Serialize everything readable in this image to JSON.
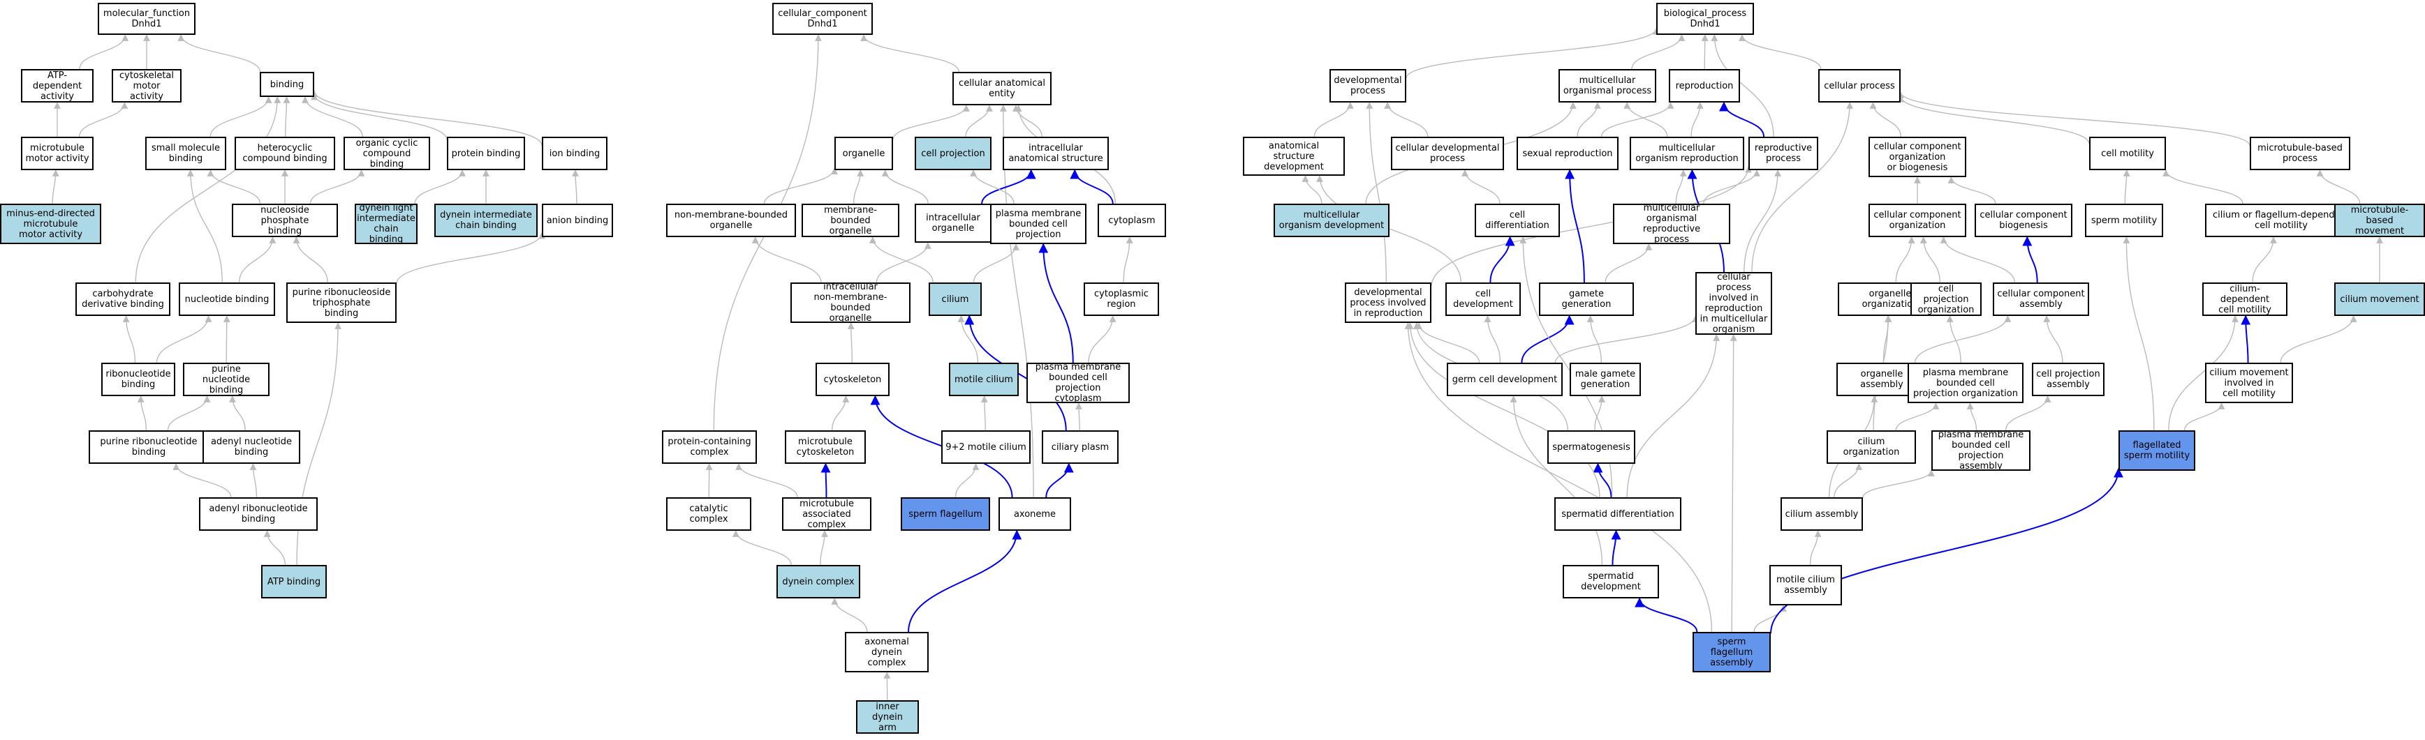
{
  "nodes": [
    {
      "id": "mf",
      "label": "molecular_function\nDnhd1",
      "fill": "white"
    },
    {
      "id": "atpdep",
      "label": "ATP-dependent\nactivity",
      "fill": "white"
    },
    {
      "id": "cytomotor",
      "label": "cytoskeletal\nmotor activity",
      "fill": "white"
    },
    {
      "id": "binding",
      "label": "binding",
      "fill": "white"
    },
    {
      "id": "mtmotor",
      "label": "microtubule\nmotor activity",
      "fill": "white"
    },
    {
      "id": "smallmol",
      "label": "small molecule\nbinding",
      "fill": "white"
    },
    {
      "id": "hetero",
      "label": "heterocyclic\ncompound binding",
      "fill": "white"
    },
    {
      "id": "orgcyc",
      "label": "organic cyclic\ncompound binding",
      "fill": "white"
    },
    {
      "id": "protein",
      "label": "protein binding",
      "fill": "white"
    },
    {
      "id": "ion",
      "label": "ion binding",
      "fill": "white"
    },
    {
      "id": "minus",
      "label": "minus-end-directed\nmicrotubule\nmotor activity",
      "fill": "light"
    },
    {
      "id": "nucphos",
      "label": "nucleoside phosphate\nbinding",
      "fill": "white"
    },
    {
      "id": "dlic",
      "label": "dynein light\nintermediate\nchain binding",
      "fill": "light"
    },
    {
      "id": "dic",
      "label": "dynein intermediate\nchain binding",
      "fill": "light"
    },
    {
      "id": "anion",
      "label": "anion binding",
      "fill": "white"
    },
    {
      "id": "carb",
      "label": "carbohydrate\nderivative binding",
      "fill": "white"
    },
    {
      "id": "nucbind",
      "label": "nucleotide binding",
      "fill": "white"
    },
    {
      "id": "purinetri",
      "label": "purine ribonucleoside\ntriphosphate\nbinding",
      "fill": "white"
    },
    {
      "id": "ribonuc",
      "label": "ribonucleotide\nbinding",
      "fill": "white"
    },
    {
      "id": "purnuc",
      "label": "purine nucleotide\nbinding",
      "fill": "white"
    },
    {
      "id": "purribo",
      "label": "purine ribonucleotide\nbinding",
      "fill": "white"
    },
    {
      "id": "adenyl",
      "label": "adenyl nucleotide\nbinding",
      "fill": "white"
    },
    {
      "id": "adenylribo",
      "label": "adenyl ribonucleotide\nbinding",
      "fill": "white"
    },
    {
      "id": "atp",
      "label": "ATP binding",
      "fill": "light"
    },
    {
      "id": "cc",
      "label": "cellular_component\nDnhd1",
      "fill": "white"
    },
    {
      "id": "cae",
      "label": "cellular anatomical\nentity",
      "fill": "white"
    },
    {
      "id": "organelle",
      "label": "organelle",
      "fill": "white"
    },
    {
      "id": "cellproj",
      "label": "cell projection",
      "fill": "light"
    },
    {
      "id": "intraanat",
      "label": "intracellular\nanatomical structure",
      "fill": "white"
    },
    {
      "id": "nonmemb",
      "label": "non-membrane-bounded\norganelle",
      "fill": "white"
    },
    {
      "id": "membbound",
      "label": "membrane-bounded\norganelle",
      "fill": "white"
    },
    {
      "id": "intraorg",
      "label": "intracellular\norganelle",
      "fill": "white"
    },
    {
      "id": "pmbcp",
      "label": "plasma membrane\nbounded cell\nprojection",
      "fill": "white"
    },
    {
      "id": "cytoplasm",
      "label": "cytoplasm",
      "fill": "white"
    },
    {
      "id": "intranon",
      "label": "intracellular\nnon-membrane-bounded\norganelle",
      "fill": "white"
    },
    {
      "id": "cilium",
      "label": "cilium",
      "fill": "light"
    },
    {
      "id": "cytoreg",
      "label": "cytoplasmic\nregion",
      "fill": "white"
    },
    {
      "id": "cytoskel",
      "label": "cytoskeleton",
      "fill": "white"
    },
    {
      "id": "motile",
      "label": "motile cilium",
      "fill": "light"
    },
    {
      "id": "pmbcpc",
      "label": "plasma membrane\nbounded cell\nprojection cytoplasm",
      "fill": "white"
    },
    {
      "id": "protcomp",
      "label": "protein-containing\ncomplex",
      "fill": "white"
    },
    {
      "id": "mtcyto",
      "label": "microtubule\ncytoskeleton",
      "fill": "white"
    },
    {
      "id": "ninetwo",
      "label": "9+2 motile cilium",
      "fill": "white"
    },
    {
      "id": "ciliary",
      "label": "ciliary plasm",
      "fill": "white"
    },
    {
      "id": "catalytic",
      "label": "catalytic complex",
      "fill": "white"
    },
    {
      "id": "mtassoc",
      "label": "microtubule\nassociated complex",
      "fill": "white"
    },
    {
      "id": "spermflag",
      "label": "sperm flagellum",
      "fill": "dark"
    },
    {
      "id": "axoneme",
      "label": "axoneme",
      "fill": "white"
    },
    {
      "id": "dynein",
      "label": "dynein complex",
      "fill": "light"
    },
    {
      "id": "axdynein",
      "label": "axonemal dynein\ncomplex",
      "fill": "white"
    },
    {
      "id": "innerarm",
      "label": "inner dynein\narm",
      "fill": "light"
    },
    {
      "id": "bp",
      "label": "biological_process\nDnhd1",
      "fill": "white"
    },
    {
      "id": "devproc",
      "label": "developmental\nprocess",
      "fill": "white"
    },
    {
      "id": "multiorg",
      "label": "multicellular\norganismal process",
      "fill": "white"
    },
    {
      "id": "repro",
      "label": "reproduction",
      "fill": "white"
    },
    {
      "id": "cellproc",
      "label": "cellular process",
      "fill": "white"
    },
    {
      "id": "anatdev",
      "label": "anatomical structure\ndevelopment",
      "fill": "white"
    },
    {
      "id": "celldevproc",
      "label": "cellular developmental\nprocess",
      "fill": "white"
    },
    {
      "id": "sexrepro",
      "label": "sexual reproduction",
      "fill": "white"
    },
    {
      "id": "multirepro",
      "label": "multicellular\norganism reproduction",
      "fill": "white"
    },
    {
      "id": "reproproc",
      "label": "reproductive\nprocess",
      "fill": "white"
    },
    {
      "id": "ccob",
      "label": "cellular component\norganization\nor biogenesis",
      "fill": "white"
    },
    {
      "id": "motility",
      "label": "cell motility",
      "fill": "white"
    },
    {
      "id": "mtbased",
      "label": "microtubule-based\nprocess",
      "fill": "white"
    },
    {
      "id": "multidev",
      "label": "multicellular\norganism development",
      "fill": "light"
    },
    {
      "id": "celldiff",
      "label": "cell differentiation",
      "fill": "white"
    },
    {
      "id": "multireproproc",
      "label": "multicellular\norganismal reproductive\nprocess",
      "fill": "white"
    },
    {
      "id": "ccorg",
      "label": "cellular component\norganization",
      "fill": "white"
    },
    {
      "id": "ccbio",
      "label": "cellular component\nbiogenesis",
      "fill": "white"
    },
    {
      "id": "spermmot",
      "label": "sperm motility",
      "fill": "white"
    },
    {
      "id": "ciliumflag",
      "label": "cilium or flagellum-dependent\ncell motility",
      "fill": "white"
    },
    {
      "id": "mtmove",
      "label": "microtubule-based\nmovement",
      "fill": "light"
    },
    {
      "id": "devrepro",
      "label": "developmental\nprocess involved\nin reproduction",
      "fill": "white"
    },
    {
      "id": "celldev",
      "label": "cell development",
      "fill": "white"
    },
    {
      "id": "gamete",
      "label": "gamete generation",
      "fill": "white"
    },
    {
      "id": "cpimo",
      "label": "cellular process\ninvolved in\nreproduction\nin multicellular\norganism",
      "fill": "white"
    },
    {
      "id": "orgorg",
      "label": "organelle organization",
      "fill": "white"
    },
    {
      "id": "cporg",
      "label": "cell projection\norganization",
      "fill": "white"
    },
    {
      "id": "ccassembly",
      "label": "cellular component\nassembly",
      "fill": "white"
    },
    {
      "id": "ciliumdep",
      "label": "cilium-dependent\ncell motility",
      "fill": "white"
    },
    {
      "id": "ciliummove",
      "label": "cilium movement",
      "fill": "light"
    },
    {
      "id": "germdev",
      "label": "germ cell development",
      "fill": "white"
    },
    {
      "id": "malegam",
      "label": "male gamete\ngeneration",
      "fill": "white"
    },
    {
      "id": "orgassembly",
      "label": "organelle assembly",
      "fill": "white"
    },
    {
      "id": "pmbcporg",
      "label": "plasma membrane\nbounded cell\nprojection organization",
      "fill": "white"
    },
    {
      "id": "cpassembly",
      "label": "cell projection\nassembly",
      "fill": "white"
    },
    {
      "id": "cmcm",
      "label": "cilium movement\ninvolved in\ncell motility",
      "fill": "white"
    },
    {
      "id": "spermatogen",
      "label": "spermatogenesis",
      "fill": "white"
    },
    {
      "id": "ciliumorg",
      "label": "cilium organization",
      "fill": "white"
    },
    {
      "id": "pmbcpa",
      "label": "plasma membrane\nbounded cell\nprojection assembly",
      "fill": "white"
    },
    {
      "id": "flagmot",
      "label": "flagellated\nsperm motility",
      "fill": "dark"
    },
    {
      "id": "spermdiff",
      "label": "spermatid differentiation",
      "fill": "white"
    },
    {
      "id": "ciliumass",
      "label": "cilium assembly",
      "fill": "white"
    },
    {
      "id": "spermdev",
      "label": "spermatid development",
      "fill": "white"
    },
    {
      "id": "motileass",
      "label": "motile cilium\nassembly",
      "fill": "white"
    },
    {
      "id": "sfa",
      "label": "sperm flagellum\nassembly",
      "fill": "dark"
    }
  ],
  "edges": [
    [
      "atpdep",
      "mf",
      "gray"
    ],
    [
      "cytomotor",
      "mf",
      "gray"
    ],
    [
      "binding",
      "mf",
      "gray"
    ],
    [
      "mtmotor",
      "atpdep",
      "gray"
    ],
    [
      "mtmotor",
      "cytomotor",
      "gray"
    ],
    [
      "minus",
      "mtmotor",
      "gray"
    ],
    [
      "smallmol",
      "binding",
      "gray"
    ],
    [
      "hetero",
      "binding",
      "gray"
    ],
    [
      "orgcyc",
      "binding",
      "gray"
    ],
    [
      "protein",
      "binding",
      "gray"
    ],
    [
      "ion",
      "binding",
      "gray"
    ],
    [
      "carb",
      "binding",
      "gray"
    ],
    [
      "nucphos",
      "smallmol",
      "gray"
    ],
    [
      "nucphos",
      "hetero",
      "gray"
    ],
    [
      "nucphos",
      "orgcyc",
      "gray"
    ],
    [
      "dlic",
      "protein",
      "gray"
    ],
    [
      "dic",
      "protein",
      "gray"
    ],
    [
      "anion",
      "ion",
      "gray"
    ],
    [
      "nucbind",
      "nucphos",
      "gray"
    ],
    [
      "nucbind",
      "smallmol",
      "gray"
    ],
    [
      "purinetri",
      "nucphos",
      "gray"
    ],
    [
      "purinetri",
      "anion",
      "gray"
    ],
    [
      "ribonuc",
      "carb",
      "gray"
    ],
    [
      "ribonuc",
      "nucbind",
      "gray"
    ],
    [
      "purnuc",
      "nucbind",
      "gray"
    ],
    [
      "purribo",
      "ribonuc",
      "gray"
    ],
    [
      "purribo",
      "purnuc",
      "gray"
    ],
    [
      "adenyl",
      "purnuc",
      "gray"
    ],
    [
      "adenylribo",
      "purribo",
      "gray"
    ],
    [
      "adenylribo",
      "adenyl",
      "gray"
    ],
    [
      "atp",
      "adenylribo",
      "gray"
    ],
    [
      "atp",
      "purinetri",
      "gray"
    ],
    [
      "cae",
      "cc",
      "gray"
    ],
    [
      "protcomp",
      "cc",
      "gray"
    ],
    [
      "organelle",
      "cae",
      "gray"
    ],
    [
      "cellproj",
      "cae",
      "gray"
    ],
    [
      "intraanat",
      "cae",
      "gray"
    ],
    [
      "cytoplasm",
      "cae",
      "gray"
    ],
    [
      "axoneme",
      "cae",
      "gray"
    ],
    [
      "nonmemb",
      "organelle",
      "gray"
    ],
    [
      "membbound",
      "organelle",
      "gray"
    ],
    [
      "intraorg",
      "organelle",
      "gray"
    ],
    [
      "intraorg",
      "intraanat",
      "blue"
    ],
    [
      "pmbcp",
      "cellproj",
      "gray"
    ],
    [
      "cytoplasm",
      "intraanat",
      "blue"
    ],
    [
      "intranon",
      "nonmemb",
      "gray"
    ],
    [
      "intranon",
      "intraorg",
      "gray"
    ],
    [
      "cilium",
      "membbound",
      "gray"
    ],
    [
      "cilium",
      "pmbcp",
      "gray"
    ],
    [
      "cytoreg",
      "cytoplasm",
      "gray"
    ],
    [
      "cytoskel",
      "intranon",
      "gray"
    ],
    [
      "motile",
      "cilium",
      "gray"
    ],
    [
      "pmbcpc",
      "cytoreg",
      "gray"
    ],
    [
      "pmbcpc",
      "pmbcp",
      "blue"
    ],
    [
      "mtcyto",
      "cytoskel",
      "gray"
    ],
    [
      "ninetwo",
      "motile",
      "gray"
    ],
    [
      "ciliary",
      "pmbcpc",
      "gray"
    ],
    [
      "ciliary",
      "cilium",
      "blue"
    ],
    [
      "catalytic",
      "protcomp",
      "gray"
    ],
    [
      "mtassoc",
      "protcomp",
      "gray"
    ],
    [
      "mtassoc",
      "mtcyto",
      "blue"
    ],
    [
      "spermflag",
      "ninetwo",
      "gray"
    ],
    [
      "axoneme",
      "ciliary",
      "blue"
    ],
    [
      "axoneme",
      "cytoskel",
      "blue"
    ],
    [
      "dynein",
      "catalytic",
      "gray"
    ],
    [
      "dynein",
      "mtassoc",
      "gray"
    ],
    [
      "axdynein",
      "dynein",
      "gray"
    ],
    [
      "axdynein",
      "axoneme",
      "blue"
    ],
    [
      "innerarm",
      "axdynein",
      "gray"
    ],
    [
      "devproc",
      "bp",
      "gray"
    ],
    [
      "multiorg",
      "bp",
      "gray"
    ],
    [
      "repro",
      "bp",
      "gray"
    ],
    [
      "cellproc",
      "bp",
      "gray"
    ],
    [
      "reproproc",
      "bp",
      "gray"
    ],
    [
      "anatdev",
      "devproc",
      "gray"
    ],
    [
      "celldevproc",
      "devproc",
      "gray"
    ],
    [
      "sexrepro",
      "repro",
      "gray"
    ],
    [
      "sexrepro",
      "multiorg",
      "gray"
    ],
    [
      "multirepro",
      "repro",
      "gray"
    ],
    [
      "multirepro",
      "multiorg",
      "gray"
    ],
    [
      "reproproc",
      "repro",
      "blue"
    ],
    [
      "ccob",
      "cellproc",
      "gray"
    ],
    [
      "motility",
      "cellproc",
      "gray"
    ],
    [
      "mtbased",
      "cellproc",
      "gray"
    ],
    [
      "multidev",
      "anatdev",
      "gray"
    ],
    [
      "multidev",
      "multiorg",
      "gray"
    ],
    [
      "celldiff",
      "celldevproc",
      "gray"
    ],
    [
      "multireproproc",
      "multirepro",
      "gray"
    ],
    [
      "multireproproc",
      "reproproc",
      "gray"
    ],
    [
      "ccorg",
      "ccob",
      "gray"
    ],
    [
      "ccbio",
      "ccob",
      "gray"
    ],
    [
      "spermmot",
      "motility",
      "gray"
    ],
    [
      "ciliumflag",
      "motility",
      "gray"
    ],
    [
      "mtmove",
      "mtbased",
      "gray"
    ],
    [
      "devrepro",
      "devproc",
      "gray"
    ],
    [
      "devrepro",
      "reproproc",
      "gray"
    ],
    [
      "celldev",
      "celldiff",
      "blue"
    ],
    [
      "celldev",
      "anatdev",
      "gray"
    ],
    [
      "gamete",
      "sexrepro",
      "blue"
    ],
    [
      "gamete",
      "multireproproc",
      "gray"
    ],
    [
      "cpimo",
      "multirepro",
      "blue"
    ],
    [
      "cpimo",
      "reproproc",
      "gray"
    ],
    [
      "cpimo",
      "cellproc",
      "gray"
    ],
    [
      "orgorg",
      "ccorg",
      "gray"
    ],
    [
      "cporg",
      "ccorg",
      "gray"
    ],
    [
      "ccassembly",
      "ccorg",
      "gray"
    ],
    [
      "ccassembly",
      "ccbio",
      "blue"
    ],
    [
      "ciliumdep",
      "ciliumflag",
      "gray"
    ],
    [
      "ciliummove",
      "mtmove",
      "gray"
    ],
    [
      "germdev",
      "celldev",
      "gray"
    ],
    [
      "germdev",
      "gamete",
      "blue"
    ],
    [
      "germdev",
      "devrepro",
      "gray"
    ],
    [
      "germdev",
      "cpimo",
      "gray"
    ],
    [
      "malegam",
      "gamete",
      "gray"
    ],
    [
      "orgassembly",
      "orgorg",
      "gray"
    ],
    [
      "orgassembly",
      "ccassembly",
      "gray"
    ],
    [
      "pmbcporg",
      "cporg",
      "gray"
    ],
    [
      "cpassembly",
      "ccassembly",
      "gray"
    ],
    [
      "cmcm",
      "ciliumdep",
      "blue"
    ],
    [
      "cmcm",
      "ciliummove",
      "gray"
    ],
    [
      "spermatogen",
      "malegam",
      "gray"
    ],
    [
      "spermatogen",
      "devrepro",
      "gray"
    ],
    [
      "ciliumorg",
      "orgorg",
      "gray"
    ],
    [
      "ciliumorg",
      "pmbcporg",
      "gray"
    ],
    [
      "pmbcpa",
      "pmbcporg",
      "gray"
    ],
    [
      "pmbcpa",
      "cpassembly",
      "gray"
    ],
    [
      "flagmot",
      "spermmot",
      "gray"
    ],
    [
      "flagmot",
      "ciliumdep",
      "gray"
    ],
    [
      "flagmot",
      "cmcm",
      "gray"
    ],
    [
      "spermdiff",
      "spermatogen",
      "blue"
    ],
    [
      "spermdiff",
      "celldiff",
      "gray"
    ],
    [
      "spermdiff",
      "devrepro",
      "gray"
    ],
    [
      "spermdiff",
      "cpimo",
      "gray"
    ],
    [
      "ciliumass",
      "ciliumorg",
      "gray"
    ],
    [
      "ciliumass",
      "orgassembly",
      "gray"
    ],
    [
      "ciliumass",
      "pmbcpa",
      "gray"
    ],
    [
      "spermdev",
      "spermdiff",
      "blue"
    ],
    [
      "spermdev",
      "germdev",
      "gray"
    ],
    [
      "motileass",
      "ciliumass",
      "gray"
    ],
    [
      "sfa",
      "spermdev",
      "blue"
    ],
    [
      "sfa",
      "motileass",
      "gray"
    ],
    [
      "sfa",
      "flagmot",
      "blue"
    ],
    [
      "sfa",
      "devrepro",
      "gray"
    ],
    [
      "sfa",
      "cpimo",
      "gray"
    ]
  ]
}
